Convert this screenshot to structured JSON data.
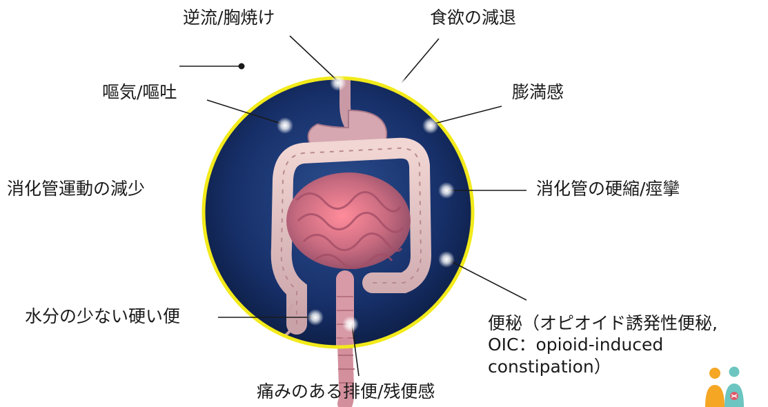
{
  "labels": {
    "reflux": "逆流/胸焼け",
    "appetite": "食欲の減退",
    "nausea": "嘔気/嘔吐",
    "bloating": "膨満感",
    "motility": "消化管運動の減少",
    "spasm": "消化管の硬縮/痙攣",
    "hard_stool": "水分の少ない硬い便",
    "constipation_line1": "便秘（オピオイド誘発性便秘,",
    "constipation_line2": "OIC：opioid-induced",
    "constipation_line3": "constipation）",
    "painful_defecation": "痛みのある排便/残便感"
  },
  "colors": {
    "ring": "#f2ea1a",
    "background_dark": "#0d1f44",
    "background_mid": "#1f3c78",
    "intestine": "#d98a98",
    "colon": "#e8c7c6",
    "text": "#1a1a1a",
    "marker_glow": "#ffffff"
  },
  "icons": {
    "logo": "people-logo-icon"
  }
}
